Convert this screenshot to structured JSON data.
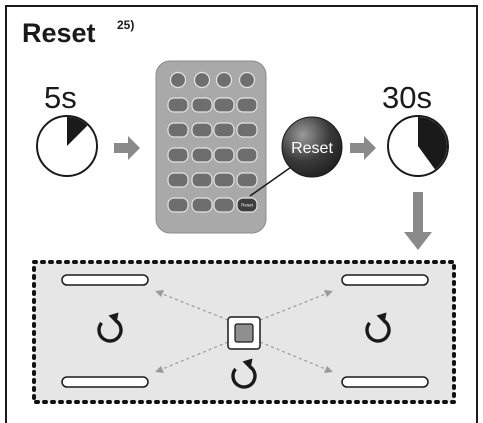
{
  "title": {
    "text": "Reset",
    "footnote": "25)"
  },
  "timers": {
    "start_label": "5s",
    "end_label": "30s",
    "start_fraction": 0.125,
    "end_fraction": 0.4
  },
  "remote": {
    "callout_label": "Reset",
    "rows": [
      [
        "",
        "",
        "",
        ""
      ],
      [
        "",
        "",
        "",
        ""
      ],
      [
        "",
        "",
        "",
        ""
      ],
      [
        "",
        "",
        "",
        ""
      ],
      [
        "",
        "",
        "",
        ""
      ],
      [
        "",
        "",
        "",
        "Reset"
      ]
    ]
  },
  "colors": {
    "text": "#1a1a1a",
    "arrow_gray": "#8a8a8a",
    "remote_body": "#a9a9a9",
    "remote_key": "#6e6e6e",
    "callout_dark": "#3a3a3a",
    "area_fill": "#e6e6e6",
    "dotted_border": "#111111"
  },
  "icons": {
    "rotate": "counterclockwise-rotate-icon",
    "sensor": "sensor-square-icon",
    "lamp": "lamp-bar-icon"
  }
}
